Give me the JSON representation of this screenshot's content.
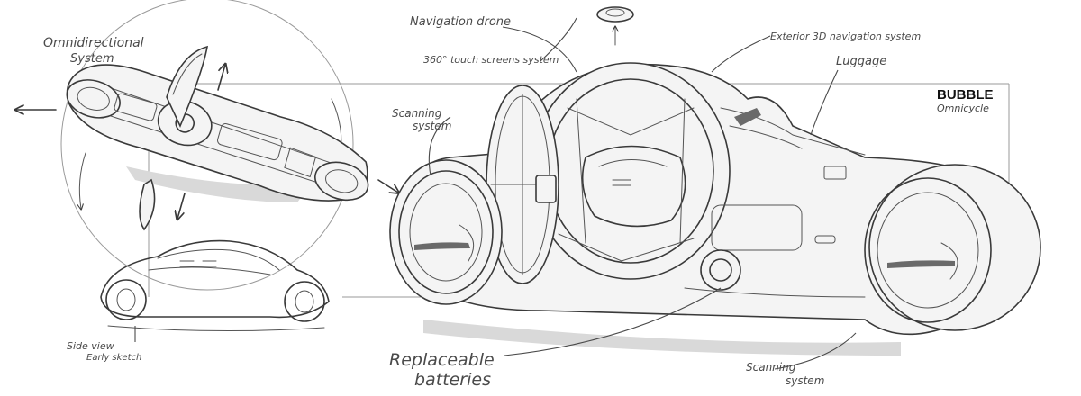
{
  "title": {
    "name": "BUBBLE",
    "subtitle": "Omnicycle"
  },
  "labels": {
    "omnidirectional": "Omnidirectional",
    "system_word": "System",
    "navigation_drone": "Navigation drone",
    "touch_screens": "360° touch screens system",
    "exterior_navigation": "Exterior 3D navigation system",
    "luggage": "Luggage",
    "scanning_left_1": "Scanning",
    "scanning_left_2": "system",
    "scanning_right_1": "Scanning",
    "scanning_right_2": "system",
    "batteries_1": "Replaceable",
    "batteries_2": "batteries",
    "side_view": "Side view",
    "early_sketch": "Early sketch"
  }
}
